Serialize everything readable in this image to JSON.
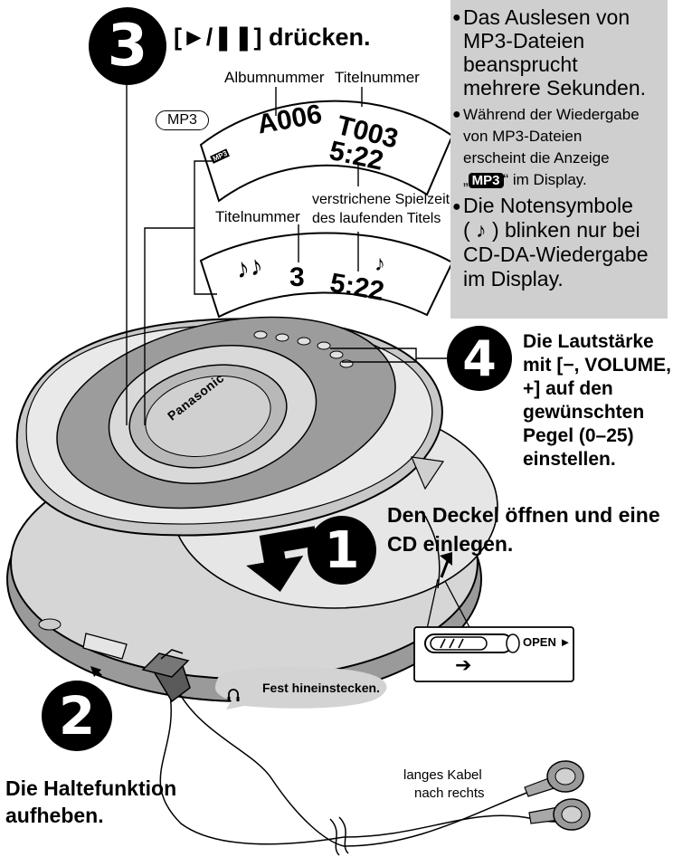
{
  "step3": {
    "number": "3",
    "text": "[►/❚❚] drücken."
  },
  "step4": {
    "number": "4",
    "lines": [
      "Die Lautstärke",
      "mit [−, VOLUME,",
      "+] auf den",
      "gewünschten",
      "Pegel (0–25)",
      "einstellen."
    ]
  },
  "step1": {
    "number": "1",
    "lines": [
      "Den Deckel öffnen und eine",
      "CD einlegen."
    ]
  },
  "step2": {
    "number": "2",
    "lines": [
      "Die Haltefunktion",
      "aufheben."
    ]
  },
  "display_mp3": {
    "badge": "MP3",
    "small_badge": "MP3",
    "label_album": "Albumnummer",
    "label_title": "Titelnummer",
    "album": "A006",
    "title": "T003",
    "time": "5:22"
  },
  "display_cd": {
    "label_title": "Titelnummer",
    "label_elapsed_1": "verstrichene Spielzeit",
    "label_elapsed_2": "des laufenden Titels",
    "notes": "♪♪",
    "track": "3",
    "time": "5:22",
    "note_single": "♪"
  },
  "notes": {
    "note1": [
      "Das Auslesen von",
      "MP3-Dateien",
      "beansprucht",
      "mehrere Sekunden."
    ],
    "note2_lines": [
      "Während der Wiedergabe",
      "von MP3-Dateien",
      "erscheint die Anzeige"
    ],
    "note2_prefix": "„",
    "note2_badge": "MP3",
    "note2_suffix": "“ im Display.",
    "note3": [
      "Die Notensymbole",
      "( ♪ ) blinken nur bei",
      "CD-DA-Wiedergabe",
      "im Display."
    ]
  },
  "player": {
    "brand": "Panasonic"
  },
  "switch": {
    "label": "OPEN ►",
    "arrow": "➔"
  },
  "headphone": {
    "callout": "Fest hineinstecken.",
    "icon": "headphone-icon"
  },
  "cable": {
    "label_1": "langes Kabel",
    "label_2": "nach rechts"
  }
}
